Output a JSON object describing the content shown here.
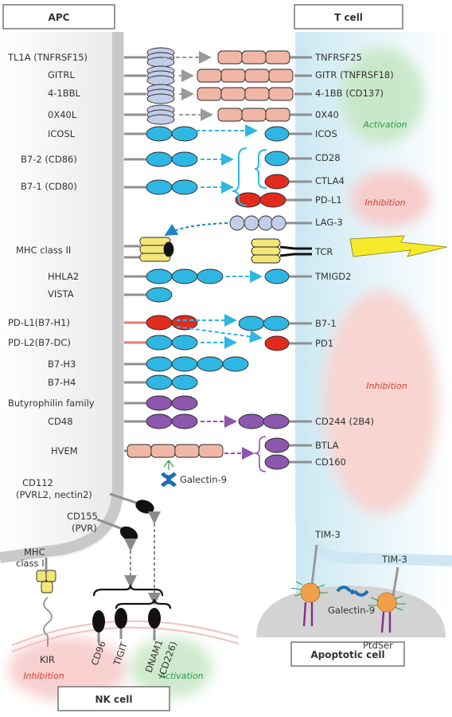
{
  "headers": {
    "apc": "APC",
    "tcell": "T cell",
    "apoptotic": "Apoptotic cell",
    "nk": "NK cell"
  },
  "colors": {
    "lightblue": "#d7eef6",
    "gray": "#c8c8c8",
    "blue": "#2fb6e3",
    "pink": "#f0b7a7",
    "lavender": "#c3cde8",
    "red": "#e02b1e",
    "purple": "#8c57ad",
    "yellow": "#f2e678",
    "black": "#111111",
    "green": "#2a9d49",
    "redtext": "#e03a2e"
  },
  "apc_labels": [
    "TL1A (TNFRSF15)",
    "GITRL",
    "4-1BBL",
    "0X40L",
    "ICOSL",
    "B7-2 (CD86)",
    "B7-1 (CD80)",
    "MHC class II",
    "HHLA2",
    "VISTA",
    "PD-L1(B7-H1)",
    "PD-L2(B7-DC)",
    "B7-H3",
    "B7-H4",
    "Butyrophilin family",
    "CD48",
    "HVEM"
  ],
  "tcell_labels": [
    "TNFRSF25",
    "GITR (TNFRSF18)",
    "4-1BB (CD137)",
    "0X40",
    "ICOS",
    "CD28",
    "CTLA4",
    "PD-L1",
    "LAG-3",
    "TCR",
    "TMIGD2",
    "B7-1",
    "PD1",
    "CD244 (2B4)",
    "BTLA",
    "CD160"
  ],
  "zones": {
    "activation": "Activation",
    "inhibition": "Inhibition"
  },
  "misc": {
    "galectin": "Galectin-9",
    "cd112_line1": "CD112",
    "cd112_line2": "(PVRL2, nectin2)",
    "cd155_line1": "CD155",
    "cd155_line2": "(PVR)",
    "mhc1_line1": "MHC",
    "mhc1_line2": "class I",
    "tim3": "TIM-3",
    "ptdser": "PtdSer"
  },
  "nk_receptors": {
    "kir": "KIR",
    "cd96": "CD96",
    "tigit": "TIGIT",
    "dnam1_line1": "DNAM1",
    "dnam1_line2": "(CD226)"
  }
}
